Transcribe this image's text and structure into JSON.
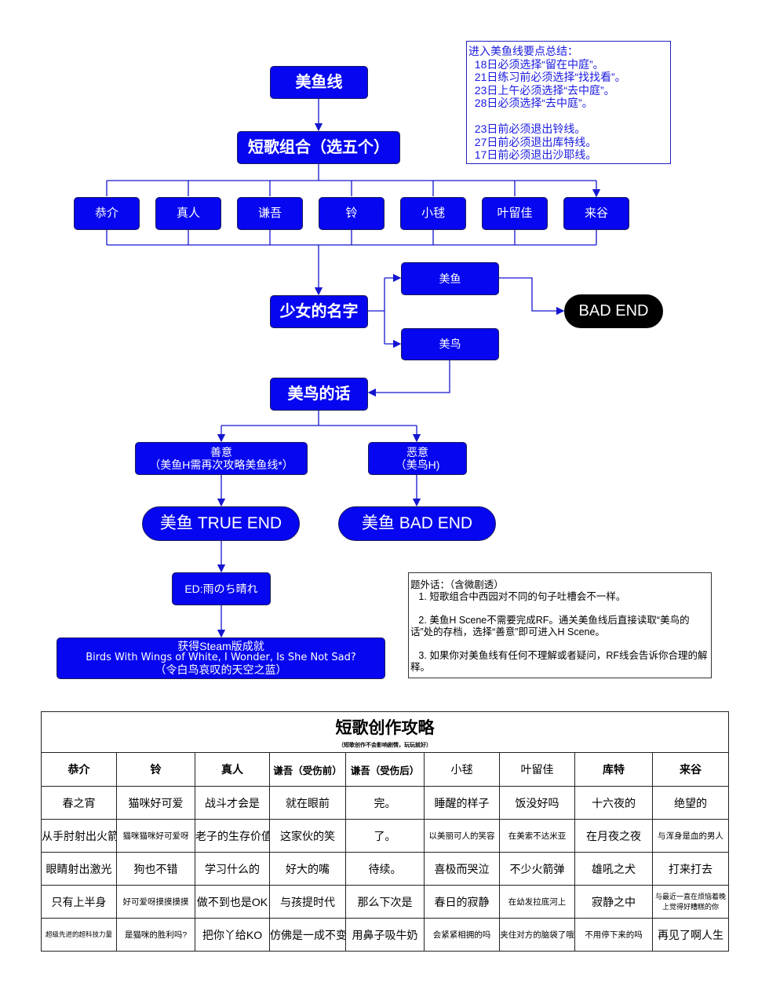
{
  "flow": {
    "root": "美鱼线",
    "combo": "短歌组合（选五个）",
    "characters": [
      "恭介",
      "真人",
      "谦吾",
      "铃",
      "小毬",
      "叶留佳",
      "来谷"
    ],
    "name_choice": "少女的名字",
    "choice_meiyu": "美鱼",
    "choice_meiniao": "美鸟",
    "bad_end": "BAD END",
    "meiniao_words": "美鸟的话",
    "good_will": {
      "title": "善意",
      "sub": "（美鱼H需再次攻略美鱼线*）"
    },
    "ill_will": {
      "title": "恶意",
      "sub": "（美鸟H)"
    },
    "true_end": "美鱼 TRUE END",
    "meiyu_bad_end": "美鱼 BAD END",
    "ed": "ED:雨のち晴れ",
    "steam": {
      "line1": "获得Steam版成就",
      "line2": "Birds With Wings of White, I Wonder, Is She Not Sad?",
      "line3": "（令白鸟哀叹的天空之蓝）"
    }
  },
  "note_summary": "进入美鱼线要点总结：\n  18日必须选择“留在中庭”。\n  21日练习前必须选择“找找看”。\n  23日上午必须选择“去中庭”。\n  28日必须选择“去中庭”。\n\n  23日前必须退出铃线。\n  27日前必须退出库特线。\n  17日前必须退出沙耶线。",
  "note_aside": "题外话：（含微剧透）\n   1. 短歌组合中西园对不同的句子吐槽会不一样。\n\n   2. 美鱼H Scene不需要完成RF。通关美鱼线后直接读取“美鸟的话”处的存档，选择“善意”即可进入H Scene。\n\n   3. 如果你对美鱼线有任何不理解或者疑问，RF线会告诉你合理的解释。",
  "table": {
    "title": "短歌创作攻略",
    "subtitle": "（短歌创作不会影响剧情，玩玩就好）",
    "headers": [
      "恭介",
      "铃",
      "真人",
      "谦吾（受伤前）",
      "谦吾（受伤后）",
      "小毬",
      "叶留佳",
      "库特",
      "来谷"
    ],
    "rows": [
      [
        "春之宵",
        "猫咪好可爱",
        "战斗才会是",
        "就在眼前",
        "完。",
        "睡醒的样子",
        "饭没好吗",
        "十六夜的",
        "绝望的"
      ],
      [
        "从手肘射出火箭",
        "猫咪猫咪好可爱呀",
        "老子的生存价值",
        "这家伙的笑",
        "了。",
        "以美丽可人的笑容",
        "在美索不达米亚",
        "在月夜之夜",
        "与浑身是血的男人"
      ],
      [
        "眼睛射出激光",
        "狗也不错",
        "学习什么的",
        "好大的嘴",
        "待续。",
        "喜极而哭泣",
        "不少火箭弹",
        "雄吼之犬",
        "打来打去"
      ],
      [
        "只有上半身",
        "好可爱呀摸摸摸摸",
        "做不到也是OK",
        "与孩提时代",
        "那么下次是",
        "春日的寂静",
        "在幼发拉底河上",
        "寂静之中",
        "与最近一直在烦恼着晚上觉得好糟糕的你"
      ],
      [
        "超级先进的超科技力量",
        "是猫咪的胜利吗?",
        "把你丫给KO",
        "仿佛是一成不变",
        "用鼻子吸牛奶",
        "会紧紧相拥的吗",
        "夹住对方的脑袋了哦",
        "不用停下来的吗",
        "再见了啊人生"
      ]
    ]
  }
}
